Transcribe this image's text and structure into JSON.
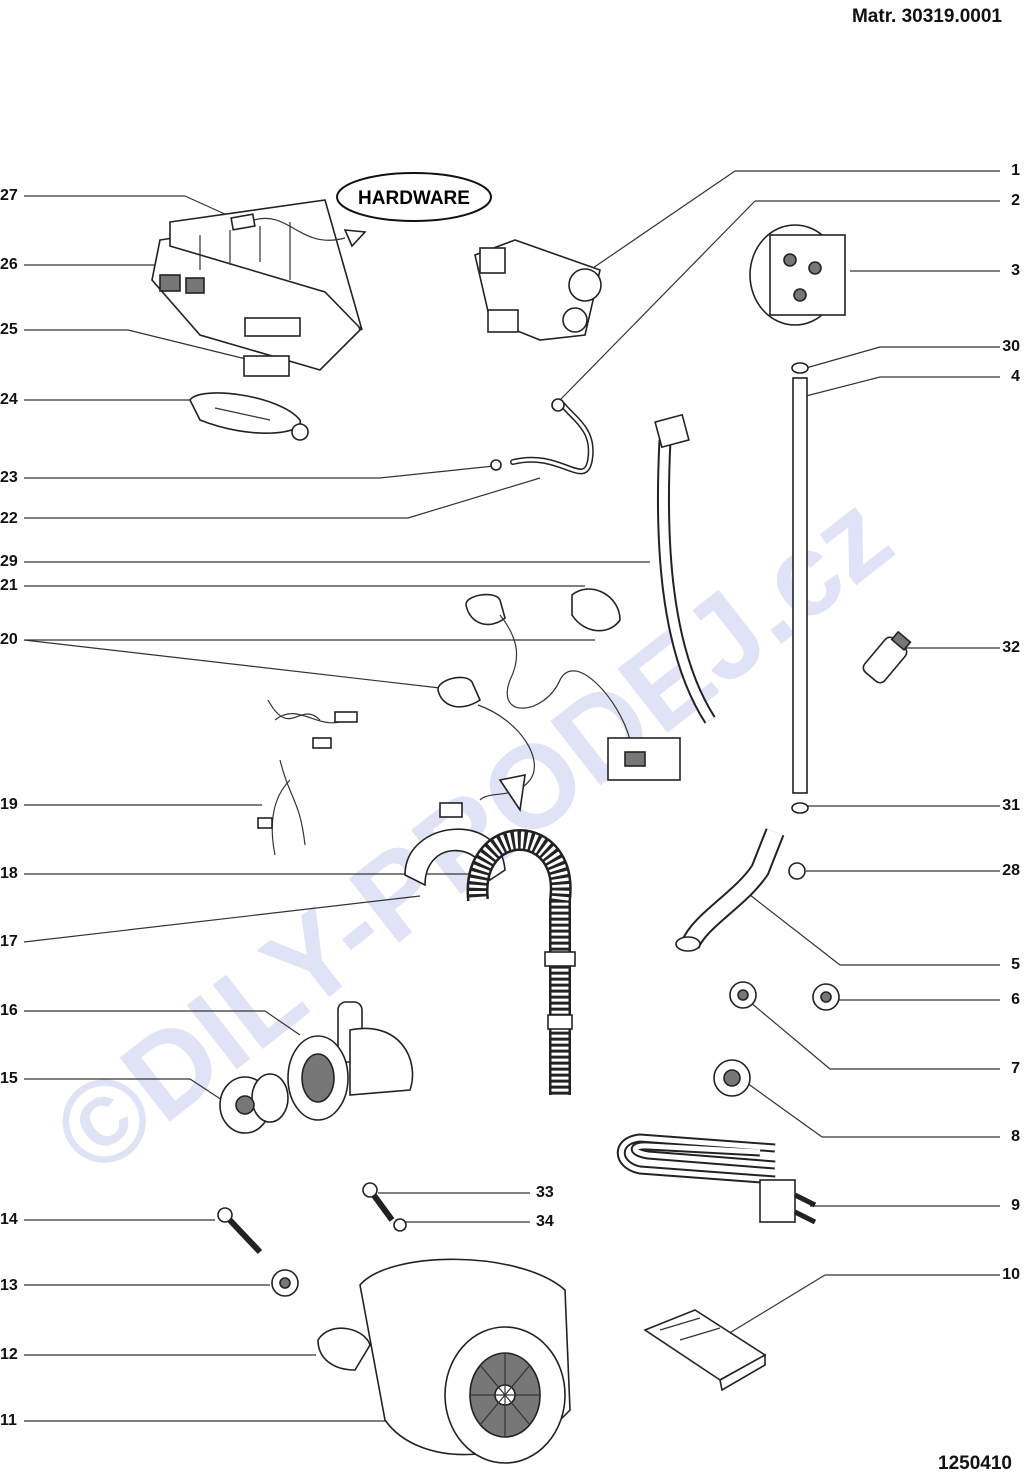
{
  "header": {
    "material_number": "Matr. 30319.0001"
  },
  "footer": {
    "drawing_code": "1250410"
  },
  "hardware_label": "HARDWARE",
  "watermark": "©DILY-PRODEJ.cz",
  "callouts_left": [
    "27",
    "26",
    "25",
    "24",
    "23",
    "22",
    "29",
    "21",
    "20",
    "19",
    "18",
    "17",
    "16",
    "15",
    "14",
    "13",
    "12",
    "11"
  ],
  "callouts_right": [
    "1",
    "2",
    "3",
    "30",
    "4",
    "32",
    "31",
    "28",
    "5",
    "6",
    "7",
    "8",
    "9",
    "10"
  ],
  "callouts_middle": [
    "33",
    "34"
  ]
}
